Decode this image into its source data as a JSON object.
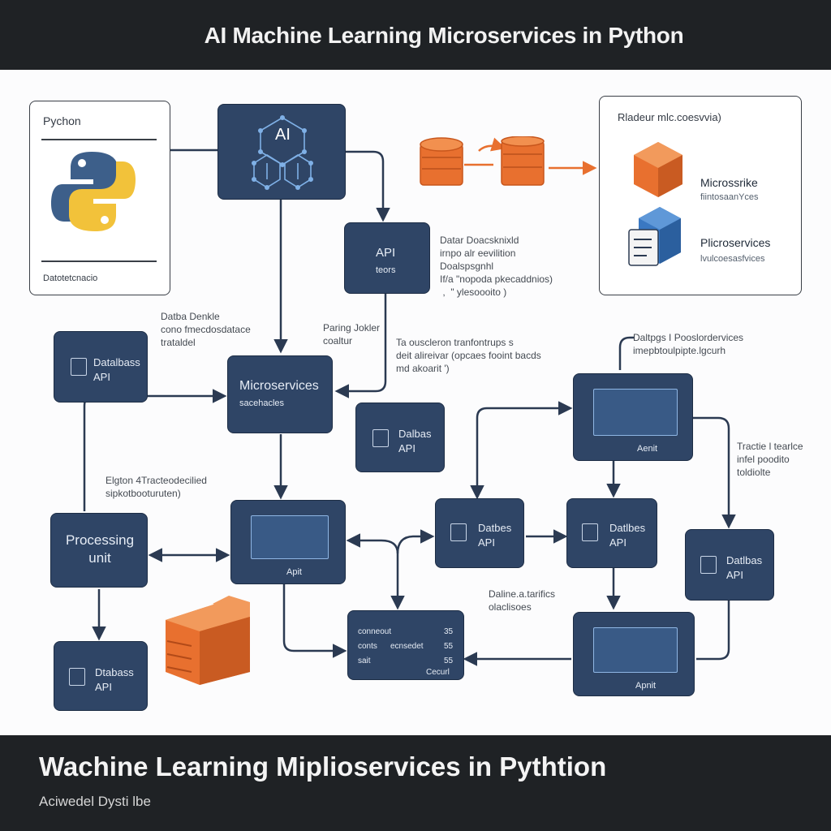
{
  "header": {
    "title": "AI Machine Learning Microservices in Python"
  },
  "footer": {
    "title": "Wachine Learning Miplioservices in Pythtion",
    "subtitle": "Aciwedel Dysti lbe"
  },
  "python_panel": {
    "title": "Pychon",
    "footer": "Datotetcnacio"
  },
  "ai_node": {
    "label": "AI"
  },
  "api_node": {
    "title": "API",
    "sub": "teors"
  },
  "microservices_node": {
    "title": "Microservices",
    "sub": "sacehacles"
  },
  "processing_node": {
    "title": "Processing unit"
  },
  "right_panel": {
    "title": "Rladeur mlc.coesvvia)",
    "item1_title": "Microssrike",
    "item1_sub": "fiintosaanYces",
    "item2_title": "Plicroservices",
    "item2_sub": "lvulcoesasfvices"
  },
  "db_nodes": {
    "left_top": {
      "l1": "Datalbass",
      "l2": "API"
    },
    "mid": {
      "l1": "Dalbas",
      "l2": "API"
    },
    "left_bottom": {
      "l1": "Dtabass",
      "l2": "API"
    },
    "center_right": {
      "l1": "Datbes",
      "l2": "API"
    },
    "right_mid": {
      "l1": "Datlbes",
      "l2": "API"
    },
    "far_right": {
      "l1": "Datlbas",
      "l2": "API"
    }
  },
  "doc_nodes": {
    "center": {
      "label": "Apit"
    },
    "right_top": {
      "label": "Aenit"
    },
    "right_bottom": {
      "label": "Apnit"
    }
  },
  "table_node": {
    "r1c1": "conneout",
    "r1c3": "35",
    "r2c1": "conts",
    "r2c2": "ecnsedet",
    "r2c3": "55",
    "r3c1": "sait",
    "r3c3": "55",
    "r4c3": "Cecurl"
  },
  "notes": {
    "data_flow": "Datar Doacsknixld\nirnpo alr eevilition\nDoalspsgnhl\nIf/a \"nopoda pkecaddnios)\n ,  \" ylesoooito )",
    "left_data": "Datba Denkle\ncono fmecdosdatace\ntrataldel",
    "pairing": "Paring Jokler\ncoaltur",
    "ta_note": "Ta ouscleron tranfontrups s\ndeit alireivar (opcaes fooint bacds\nmd akoarit ')",
    "dataps": "Daltpgs I Pooslordervices\nimepbtoulpipte.lgcurh",
    "trace": "Tractie l tearlce\ninfel poodito\ntoldiolte",
    "elgton": "Elgton 4Tracteodecilied\nsipkotbooturuten)",
    "daline": "Daline.a.tarifics\nolaclisoes"
  },
  "colors": {
    "node": "#2f4566",
    "accent_orange": "#e8702f",
    "accent_blue": "#3a78c2",
    "python_yellow": "#f2c23a",
    "python_blue": "#3d5f8a",
    "bar": "#1f2225"
  }
}
